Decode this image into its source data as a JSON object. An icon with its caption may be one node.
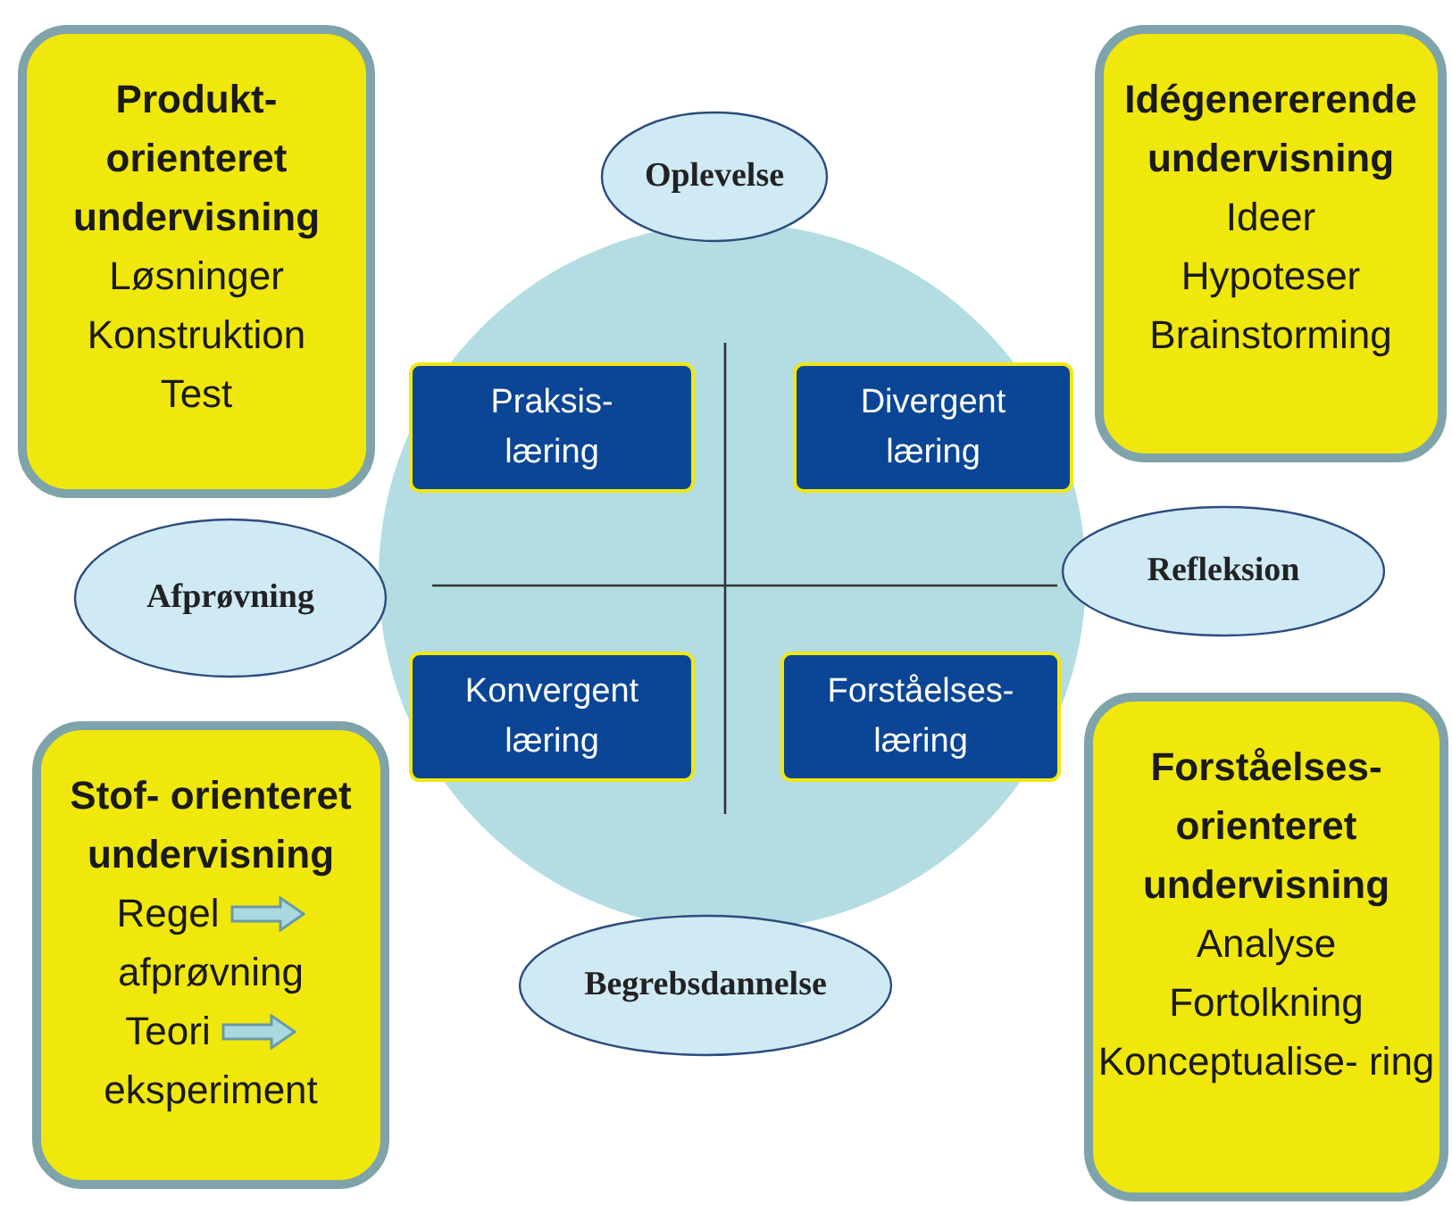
{
  "diagram": {
    "nodes": [
      {
        "text": [
          "Produkt- orienteret undervisning",
          "Løsninger",
          "Konstruktion",
          "Test"
        ]
      },
      {
        "text": [
          "Idégenererende undervisning",
          "Ideer",
          "Hypoteser",
          "Brainstorming"
        ]
      },
      {
        "text": [
          "Oplevelse"
        ]
      },
      {
        "text": [
          "Praksis- læring"
        ]
      },
      {
        "text": [
          "Divergent læring"
        ]
      },
      {
        "text": [
          "Afprøvning"
        ]
      },
      {
        "text": [
          "Refleksion"
        ]
      },
      {
        "text": [
          "Konvergent læring"
        ]
      },
      {
        "text": [
          "Forståelses- læring"
        ]
      },
      {
        "text": [
          "Stof- orienteret undervisning",
          "Regel",
          "afprøvning",
          "Teori",
          "eksperiment"
        ]
      },
      {
        "text": [
          "Forståelses- orienteret undervisning",
          "Analyse",
          "Fortolkning",
          "Konceptualise- ring"
        ]
      },
      {
        "text": [
          "Begrebsdannelse"
        ]
      }
    ]
  }
}
